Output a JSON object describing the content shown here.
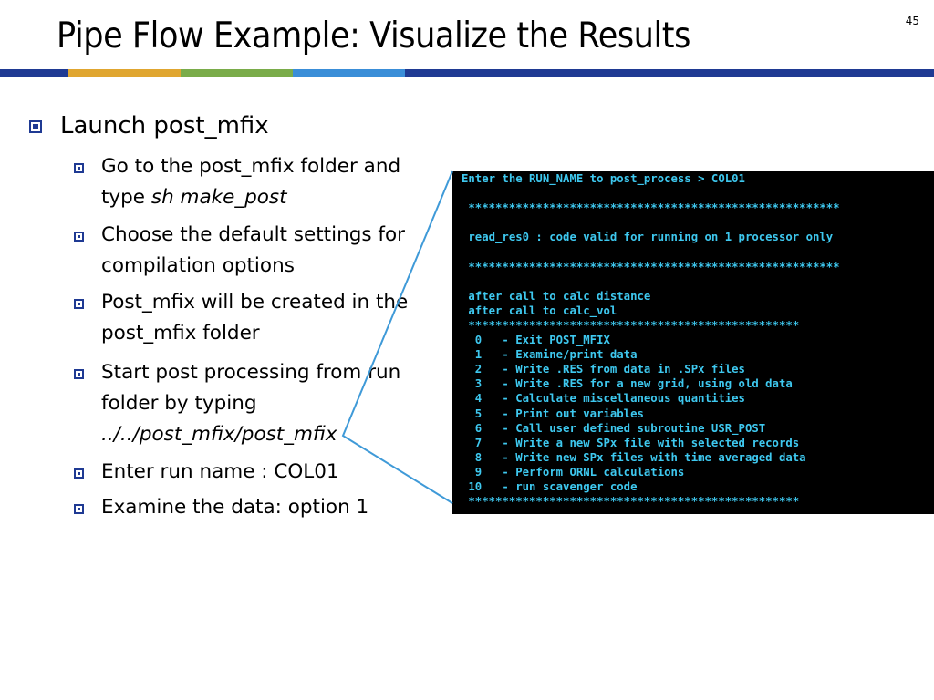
{
  "slide": {
    "title": "Pipe Flow Example: Visualize the Results",
    "page_number": "45"
  },
  "colors": {
    "band_navy": "#1f3a93",
    "band_gold": "#e0a630",
    "band_green": "#7aac4a",
    "band_blue": "#3a8ed8",
    "terminal_text": "#3ec8ef",
    "bullet": "#1f3a93",
    "callout_line": "#3f9ad8"
  },
  "bullets": {
    "main": "Launch post_mfix",
    "sub1_l1": "Go to the post_mfix folder and",
    "sub1_l2_plain": "type ",
    "sub1_l2_italic": "sh make_post",
    "sub2_l1": "Choose the default settings for",
    "sub2_l2": "compilation options",
    "sub3_l1": "Post_mfix will be created in the",
    "sub3_l2": "post_mfix folder",
    "sub4_l1": "Start post processing from run",
    "sub4_l2": "folder by typing",
    "sub4_l3_italic": "../../post_mfix/post_mfix",
    "sub5": "Enter run name : COL01",
    "sub6": "Examine the data: option 1"
  },
  "terminal": {
    "lines": [
      "Enter the RUN_NAME to post_process > COL01",
      "",
      " *******************************************************",
      "",
      " read_res0 : code valid for running on 1 processor only",
      "",
      " *******************************************************",
      "",
      " after call to calc distance",
      " after call to calc_vol",
      " *************************************************",
      "  0   - Exit POST_MFIX",
      "  1   - Examine/print data",
      "  2   - Write .RES from data in .SPx files",
      "  3   - Write .RES for a new grid, using old data",
      "  4   - Calculate miscellaneous quantities",
      "  5   - Print out variables",
      "  6   - Call user defined subroutine USR_POST",
      "  7   - Write a new SPx file with selected records",
      "  8   - Write new SPx files with time averaged data",
      "  9   - Perform ORNL calculations",
      " 10   - run scavenger code",
      " *************************************************"
    ]
  }
}
